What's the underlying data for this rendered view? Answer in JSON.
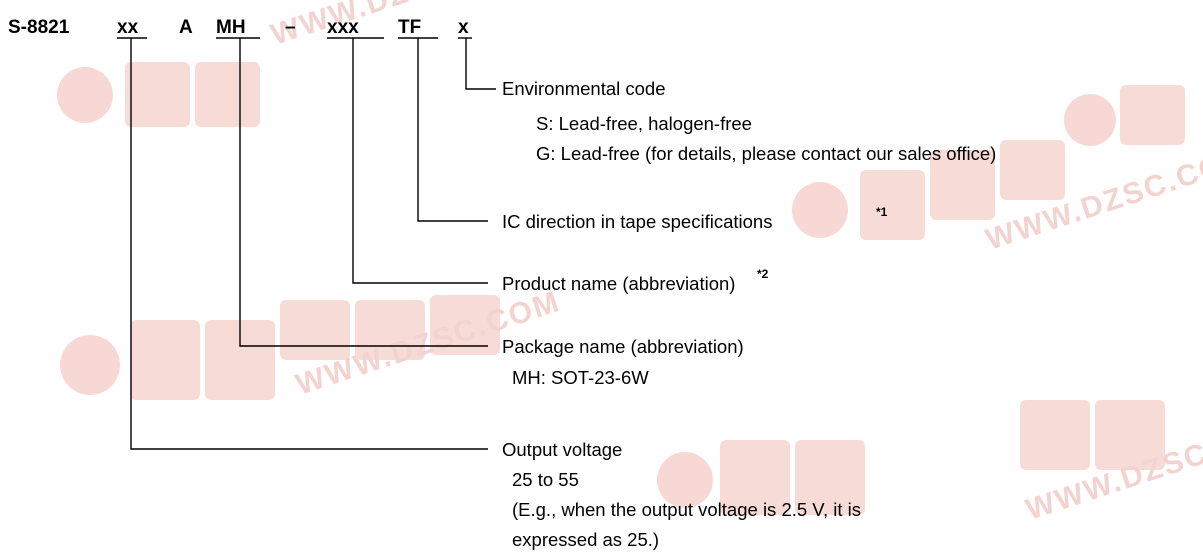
{
  "code": {
    "prefix": "S-8821",
    "voltage": "xx",
    "variant": "A",
    "package": "MH",
    "dash": "–",
    "product": "xxx",
    "tape": "TF",
    "env": "x"
  },
  "callouts": {
    "environmental": {
      "title": "Environmental code",
      "line1": "S: Lead-free, halogen-free",
      "line2": "G: Lead-free (for details, please contact our sales office)"
    },
    "ic_direction": {
      "title": "IC direction in tape specifications",
      "note": "*1"
    },
    "product_name": {
      "title": "Product name (abbreviation)",
      "note": "*2"
    },
    "package_name": {
      "title": "Package name (abbreviation)",
      "line1": "MH: SOT-23-6W"
    },
    "output_voltage": {
      "title": "Output voltage",
      "line1": "25 to 55",
      "line2": "(E.g., when the output voltage is 2.5 V, it is",
      "line3": "expressed as 25.)"
    }
  },
  "watermark": {
    "text": "WWW.DZSC.COM"
  }
}
